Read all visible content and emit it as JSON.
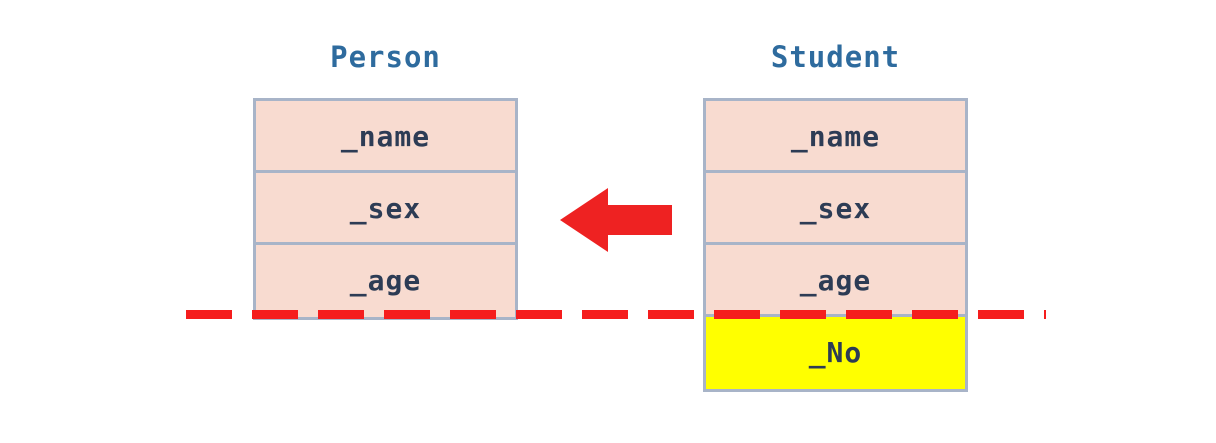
{
  "diagram": {
    "type": "uml-inheritance",
    "background_color": "#ffffff",
    "classes": [
      {
        "name": "Person",
        "title": "Person",
        "title_color": "#2e6b9e",
        "fields": [
          {
            "label": "_name",
            "fill": "#f8dbd0",
            "highlighted": false
          },
          {
            "label": "_sex",
            "fill": "#f8dbd0",
            "highlighted": false
          },
          {
            "label": "_age",
            "fill": "#f8dbd0",
            "highlighted": false
          }
        ]
      },
      {
        "name": "Student",
        "title": "Student",
        "title_color": "#2e6b9e",
        "fields": [
          {
            "label": "_name",
            "fill": "#f8dbd0",
            "highlighted": false
          },
          {
            "label": "_sex",
            "fill": "#f8dbd0",
            "highlighted": false
          },
          {
            "label": "_age",
            "fill": "#f8dbd0",
            "highlighted": false
          },
          {
            "label": "_No",
            "fill": "#ffff00",
            "highlighted": true
          }
        ]
      }
    ],
    "arrow": {
      "icon": "arrow-left-icon",
      "direction": "left",
      "color": "#ee2222",
      "meaning": "Student inherits from Person"
    },
    "separator": {
      "icon": "dashed-line-icon",
      "color": "#f51d1d",
      "style": "dashed",
      "orientation": "horizontal"
    },
    "colors": {
      "field_fill": "#f8dbd0",
      "field_border": "#a8b4c8",
      "field_text": "#2d3c55",
      "title_text": "#2e6b9e",
      "highlight_fill": "#ffff00",
      "accent_red": "#ee2222"
    }
  }
}
